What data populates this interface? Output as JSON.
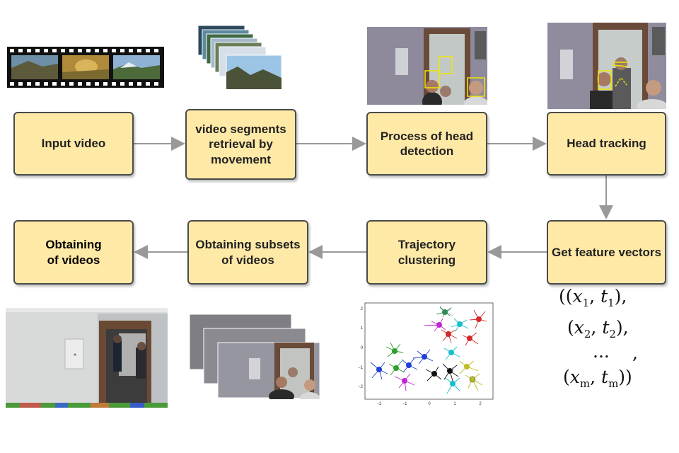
{
  "boxes": {
    "input_video": "Input video",
    "segments": "video segments\nretrieval by\nmovement",
    "head_detection": "Process of  head\ndetection",
    "head_tracking": "Head tracking",
    "feature_vectors": "Get feature vectors",
    "trajectory_clustering": "Trajectory\nclustering",
    "subsets": "Obtaining subsets\nof videos",
    "obtaining_videos": "Obtaining\n of videos"
  },
  "formula": {
    "line1_open": "((",
    "line1_x": "x",
    "line1_xs": "1",
    "line1_t": "t",
    "line1_ts": "1",
    "line1_close": "),",
    "line2_open": "(",
    "line2_x": "x",
    "line2_xs": "2",
    "line2_t": "t",
    "line2_ts": "2",
    "line2_close": "),",
    "dots": "...",
    "comma": ",",
    "line4_open": "(",
    "line4_x": "x",
    "line4_xs": "m",
    "line4_t": "t",
    "line4_ts": "m",
    "line4_close": "))"
  },
  "scatter_axes": {
    "xticks": [
      "−2",
      "−1",
      "0",
      "1",
      "2"
    ],
    "yticks": [
      "2",
      "1",
      "0",
      "−1",
      "−2"
    ]
  },
  "colors": {
    "box_fill": "#ffe9a6",
    "arrow": "#999999",
    "detection_box": "#f2e600"
  }
}
